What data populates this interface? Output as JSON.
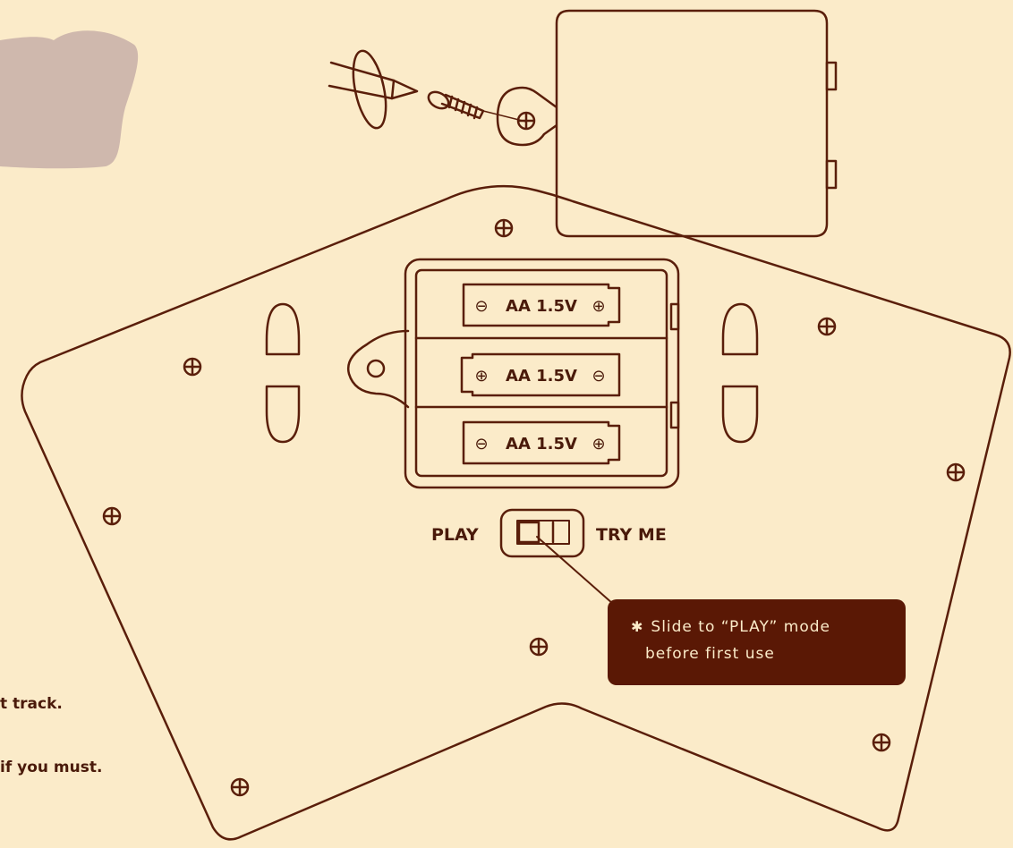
{
  "battery_compartment": {
    "batteries": [
      {
        "label": "AA 1.5V",
        "left_terminal": "⊖",
        "right_terminal": "⊕"
      },
      {
        "label": "AA 1.5V",
        "left_terminal": "⊕",
        "right_terminal": "⊖"
      },
      {
        "label": "AA 1.5V",
        "left_terminal": "⊖",
        "right_terminal": "⊕"
      }
    ]
  },
  "switch": {
    "left_label": "PLAY",
    "right_label": "TRY ME"
  },
  "callout": {
    "star": "✱",
    "line1": "Slide to “PLAY” mode",
    "line2": "before first use"
  },
  "cut_off_text": {
    "line1": "t track.",
    "line2": "if you must."
  },
  "colors": {
    "background": "#fbebc9",
    "outline": "#5a1e0a",
    "callout_bg": "#5a1805",
    "blob": "#cfb8ad"
  },
  "icons": [
    "screwdriver-icon",
    "screw-icon",
    "screw-hole-icon"
  ]
}
